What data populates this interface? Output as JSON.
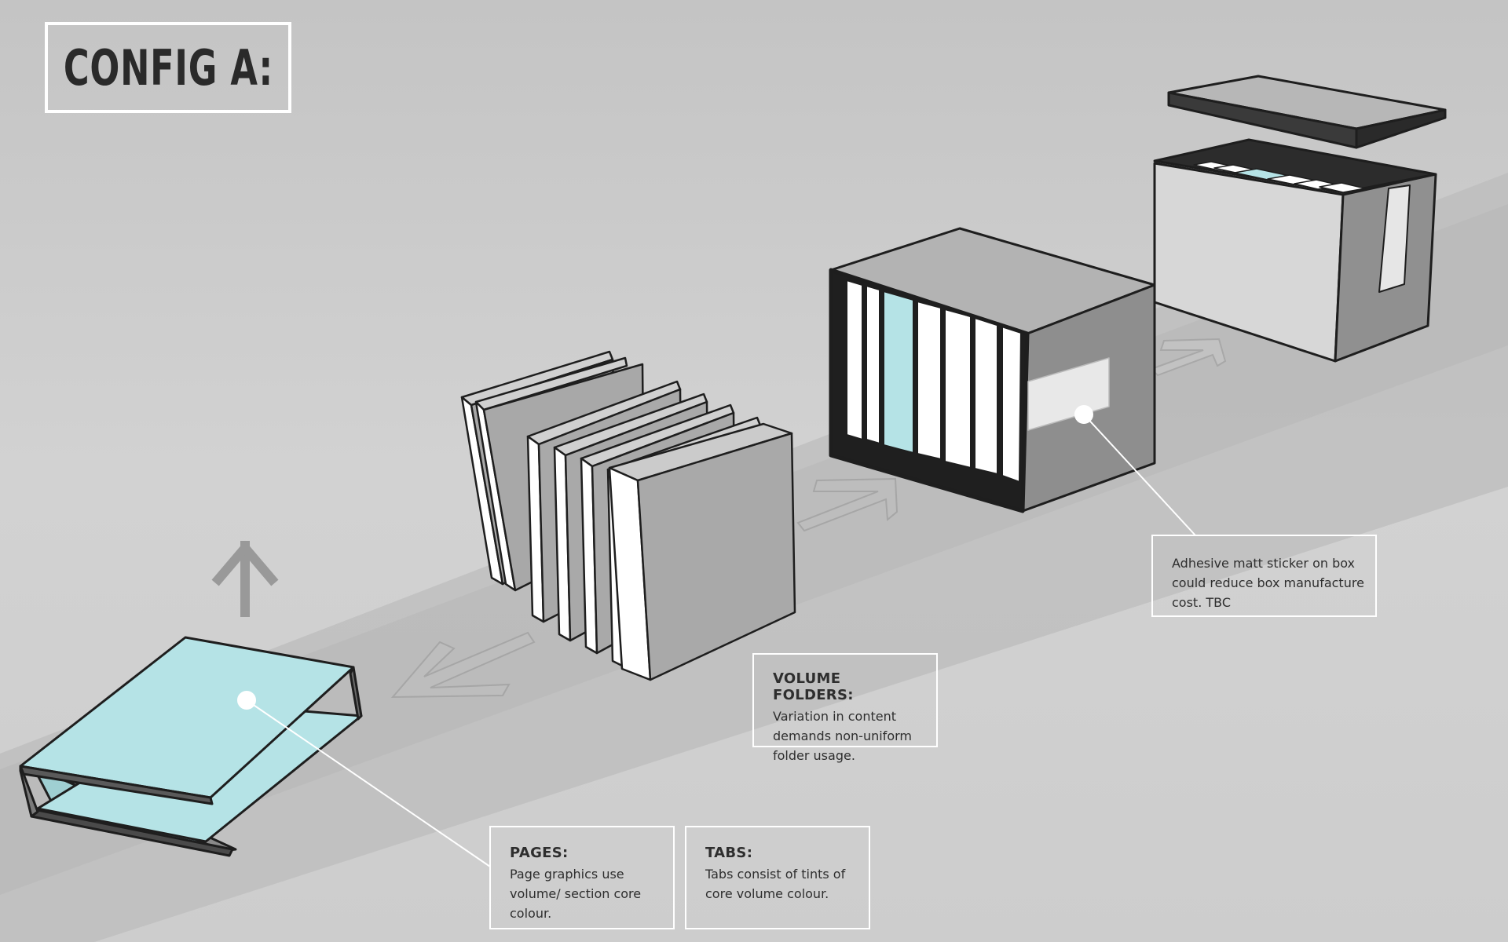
{
  "title": "CONFIG A:",
  "callouts": {
    "sticker": {
      "body": "Adhesive matt sticker on box could reduce box manufacture cost. TBC"
    },
    "folders": {
      "heading": "VOLUME FOLDERS:",
      "body": "Variation in content demands non-uniform folder usage."
    },
    "pages": {
      "heading": "PAGES:",
      "body": "Page graphics use volume/ section core colour."
    },
    "tabs": {
      "heading": "TABS:",
      "body": "Tabs consist of tints of core volume colour."
    }
  },
  "colors": {
    "core": "#b5e3e6",
    "box_top": "#b3b3b3",
    "box_side": "#8e8e8e",
    "folder_face": "#a9a9a9",
    "white": "#ffffff",
    "outline": "#1e1e1e"
  },
  "icons": [
    "arrow-up-icon",
    "arrow-left-icon",
    "arrow-right-icon",
    "arrow-right-icon"
  ]
}
